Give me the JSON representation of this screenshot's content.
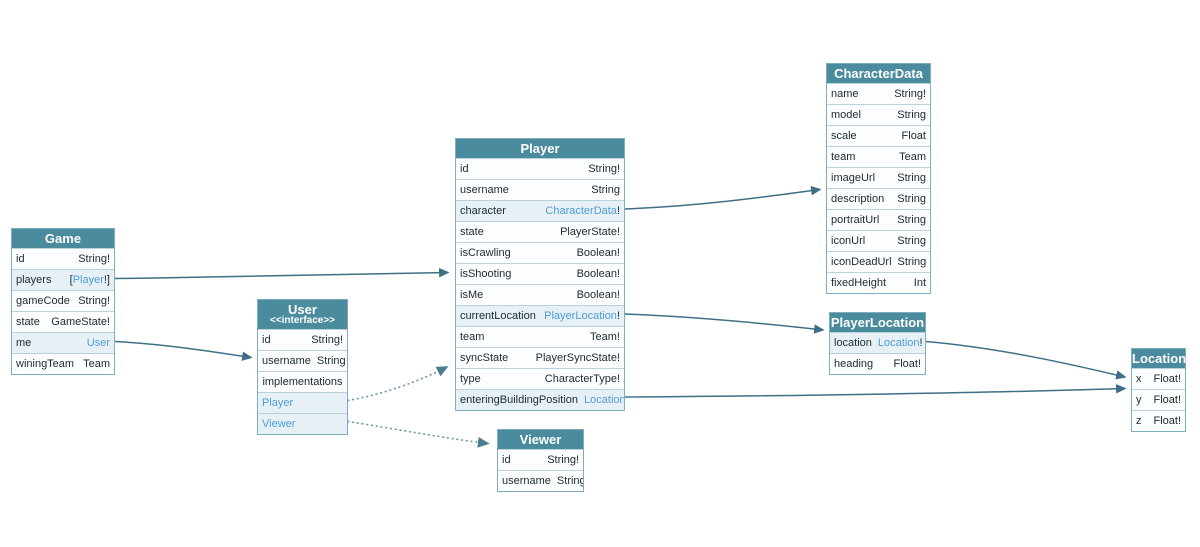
{
  "diagram": {
    "colors": {
      "header_bg": "#4a8b9d",
      "header_text": "#ffffff",
      "row_bg": "#fbfdfe",
      "link_row_bg": "#e7f0f5",
      "table_border": "#7fadbd",
      "row_border": "#b9d2dc",
      "text": "#1d2a30",
      "link_text": "#4d9ed9",
      "edge_solid": "#3d7086",
      "edge_dotted": "#6d9aab"
    },
    "tables": [
      {
        "id": "game",
        "title": "Game",
        "subtitle": "",
        "rows": [
          {
            "field": "id",
            "type": [
              {
                "text": "String!",
                "link": false
              }
            ]
          },
          {
            "field": "players",
            "type": [
              {
                "text": "[",
                "link": false
              },
              {
                "text": "Player",
                "link": true
              },
              {
                "text": "!]",
                "link": false
              }
            ]
          },
          {
            "field": "gameCode",
            "type": [
              {
                "text": "String!",
                "link": false
              }
            ]
          },
          {
            "field": "state",
            "type": [
              {
                "text": "GameState!",
                "link": false
              }
            ]
          },
          {
            "field": "me",
            "type": [
              {
                "text": "User",
                "link": true
              }
            ]
          },
          {
            "field": "winingTeam",
            "type": [
              {
                "text": "Team",
                "link": false
              }
            ]
          }
        ]
      },
      {
        "id": "user",
        "title": "User",
        "subtitle": "<<interface>>",
        "rows": [
          {
            "field": "id",
            "type": [
              {
                "text": "String!",
                "link": false
              }
            ]
          },
          {
            "field": "username",
            "type": [
              {
                "text": "String",
                "link": false
              }
            ]
          },
          {
            "field": "implementations",
            "type": [],
            "centered": true
          },
          {
            "field": "Player",
            "type": [],
            "field_link": true
          },
          {
            "field": "Viewer",
            "type": [],
            "field_link": true
          }
        ]
      },
      {
        "id": "player",
        "title": "Player",
        "subtitle": "",
        "rows": [
          {
            "field": "id",
            "type": [
              {
                "text": "String!",
                "link": false
              }
            ]
          },
          {
            "field": "username",
            "type": [
              {
                "text": "String",
                "link": false
              }
            ]
          },
          {
            "field": "character",
            "type": [
              {
                "text": "CharacterData",
                "link": true
              },
              {
                "text": "!",
                "link": false
              }
            ]
          },
          {
            "field": "state",
            "type": [
              {
                "text": "PlayerState!",
                "link": false
              }
            ]
          },
          {
            "field": "isCrawling",
            "type": [
              {
                "text": "Boolean!",
                "link": false
              }
            ]
          },
          {
            "field": "isShooting",
            "type": [
              {
                "text": "Boolean!",
                "link": false
              }
            ]
          },
          {
            "field": "isMe",
            "type": [
              {
                "text": "Boolean!",
                "link": false
              }
            ]
          },
          {
            "field": "currentLocation",
            "type": [
              {
                "text": "PlayerLocation",
                "link": true
              },
              {
                "text": "!",
                "link": false
              }
            ]
          },
          {
            "field": "team",
            "type": [
              {
                "text": "Team!",
                "link": false
              }
            ]
          },
          {
            "field": "syncState",
            "type": [
              {
                "text": "PlayerSyncState!",
                "link": false
              }
            ]
          },
          {
            "field": "type",
            "type": [
              {
                "text": "CharacterType!",
                "link": false
              }
            ]
          },
          {
            "field": "enteringBuildingPosition",
            "type": [
              {
                "text": "Location",
                "link": true
              }
            ]
          }
        ]
      },
      {
        "id": "viewer",
        "title": "Viewer",
        "subtitle": "",
        "rows": [
          {
            "field": "id",
            "type": [
              {
                "text": "String!",
                "link": false
              }
            ]
          },
          {
            "field": "username",
            "type": [
              {
                "text": "String",
                "link": false
              }
            ]
          }
        ]
      },
      {
        "id": "characterData",
        "title": "CharacterData",
        "subtitle": "",
        "rows": [
          {
            "field": "name",
            "type": [
              {
                "text": "String!",
                "link": false
              }
            ]
          },
          {
            "field": "model",
            "type": [
              {
                "text": "String",
                "link": false
              }
            ]
          },
          {
            "field": "scale",
            "type": [
              {
                "text": "Float",
                "link": false
              }
            ]
          },
          {
            "field": "team",
            "type": [
              {
                "text": "Team",
                "link": false
              }
            ]
          },
          {
            "field": "imageUrl",
            "type": [
              {
                "text": "String",
                "link": false
              }
            ]
          },
          {
            "field": "description",
            "type": [
              {
                "text": "String",
                "link": false
              }
            ]
          },
          {
            "field": "portraitUrl",
            "type": [
              {
                "text": "String",
                "link": false
              }
            ]
          },
          {
            "field": "iconUrl",
            "type": [
              {
                "text": "String",
                "link": false
              }
            ]
          },
          {
            "field": "iconDeadUrl",
            "type": [
              {
                "text": "String",
                "link": false
              }
            ]
          },
          {
            "field": "fixedHeight",
            "type": [
              {
                "text": "Int",
                "link": false
              }
            ]
          }
        ]
      },
      {
        "id": "playerLocation",
        "title": "PlayerLocation",
        "subtitle": "",
        "rows": [
          {
            "field": "location",
            "type": [
              {
                "text": "Location",
                "link": true
              },
              {
                "text": "!",
                "link": false
              }
            ]
          },
          {
            "field": "heading",
            "type": [
              {
                "text": "Float!",
                "link": false
              }
            ]
          }
        ]
      },
      {
        "id": "location",
        "title": "Location",
        "subtitle": "",
        "rows": [
          {
            "field": "x",
            "type": [
              {
                "text": "Float!",
                "link": false
              }
            ]
          },
          {
            "field": "y",
            "type": [
              {
                "text": "Float!",
                "link": false
              }
            ]
          },
          {
            "field": "z",
            "type": [
              {
                "text": "Float!",
                "link": false
              }
            ]
          }
        ]
      }
    ],
    "edges": [
      {
        "from": "game-players",
        "to": "player",
        "style": "solid"
      },
      {
        "from": "game-me",
        "to": "user",
        "style": "solid"
      },
      {
        "from": "user-player",
        "to": "player",
        "style": "dotted"
      },
      {
        "from": "user-viewer",
        "to": "viewer",
        "style": "dotted"
      },
      {
        "from": "player-character",
        "to": "characterData",
        "style": "solid"
      },
      {
        "from": "player-currentLocation",
        "to": "playerLocation",
        "style": "solid"
      },
      {
        "from": "player-enteringBuildingPosition",
        "to": "location",
        "style": "solid"
      },
      {
        "from": "playerLocation-location",
        "to": "location",
        "style": "solid"
      }
    ]
  }
}
